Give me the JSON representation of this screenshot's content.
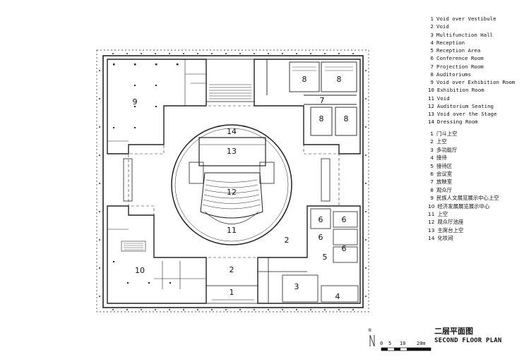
{
  "legend_en": [
    {
      "num": "1",
      "label": "Void over Vestibule"
    },
    {
      "num": "2",
      "label": "Void"
    },
    {
      "num": "3",
      "label": "Multifunction Hall"
    },
    {
      "num": "4",
      "label": "Reception"
    },
    {
      "num": "5",
      "label": "Reception Area"
    },
    {
      "num": "6",
      "label": "Conference Room"
    },
    {
      "num": "7",
      "label": "Projection Room"
    },
    {
      "num": "8",
      "label": "Auditoriums"
    },
    {
      "num": "9",
      "label": "Void over Exhibition Room"
    },
    {
      "num": "10",
      "label": "Exhibition Room"
    },
    {
      "num": "11",
      "label": "Void"
    },
    {
      "num": "12",
      "label": "Auditorium Seating"
    },
    {
      "num": "13",
      "label": "Void over the Stage"
    },
    {
      "num": "14",
      "label": "Dressing Room"
    }
  ],
  "legend_cn": [
    {
      "num": "1",
      "label": "门斗上空"
    },
    {
      "num": "2",
      "label": "上空"
    },
    {
      "num": "3",
      "label": "多功能厅"
    },
    {
      "num": "4",
      "label": "接待"
    },
    {
      "num": "5",
      "label": "接待区"
    },
    {
      "num": "6",
      "label": "会议室"
    },
    {
      "num": "7",
      "label": "放映室"
    },
    {
      "num": "8",
      "label": "观众厅"
    },
    {
      "num": "9",
      "label": "民族人文展览展示中心上空"
    },
    {
      "num": "10",
      "label": "经济发展展览展示中心"
    },
    {
      "num": "11",
      "label": "上空"
    },
    {
      "num": "12",
      "label": "观众厅池座"
    },
    {
      "num": "13",
      "label": "主席台上空"
    },
    {
      "num": "14",
      "label": "化妆间"
    }
  ],
  "room_tags": {
    "r1": "1",
    "r2a": "2",
    "r2b": "2",
    "r3": "3",
    "r4": "4",
    "r5": "5",
    "r6a": "6",
    "r6b": "6",
    "r6c": "6",
    "r6d": "6",
    "r7": "7",
    "r8a": "8",
    "r8b": "8",
    "r8c": "8",
    "r8d": "8",
    "r9": "9",
    "r10": "10",
    "r11": "11",
    "r12": "12",
    "r13": "13",
    "r14": "14"
  },
  "title": {
    "cn": "二层平面图",
    "en": "SECOND FLOOR PLAN"
  },
  "scale_bar": {
    "north": "N",
    "ticks": [
      "0",
      "5",
      "10",
      "20m"
    ]
  }
}
